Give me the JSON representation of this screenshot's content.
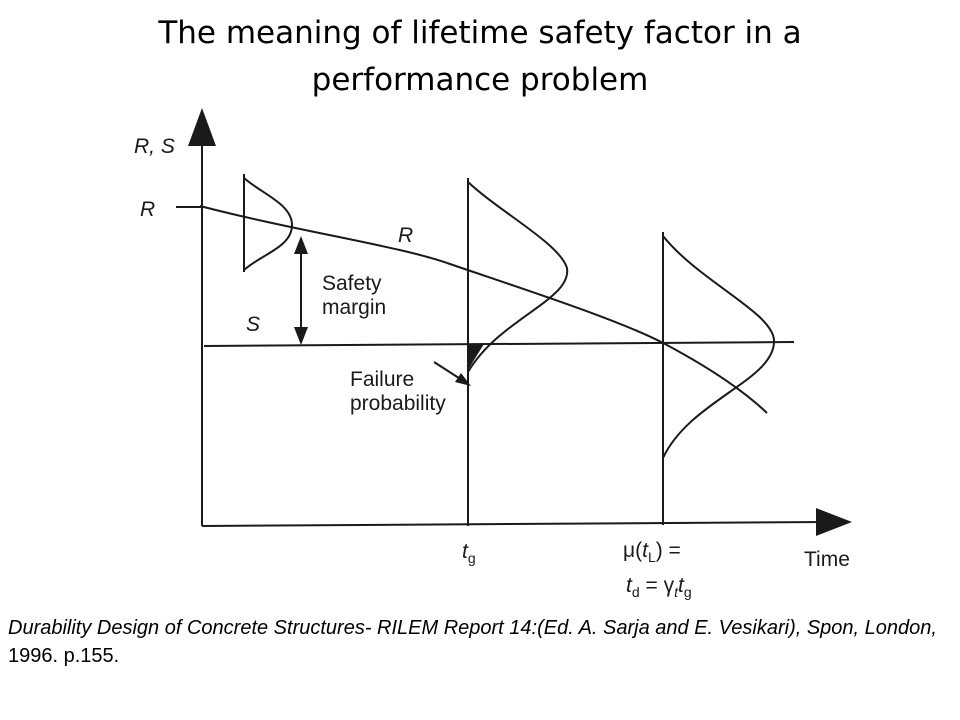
{
  "title": {
    "line1": "The meaning of lifetime safety factor in a",
    "line2": "performance problem"
  },
  "diagram": {
    "y_axis_label": "R, S",
    "r_tick_label": "R",
    "r_curve_label": "R",
    "s_label": "S",
    "safety_margin_line1": "Safety",
    "safety_margin_line2": "margin",
    "failure_line1": "Failure",
    "failure_line2": "probability",
    "x_axis_label": "Time",
    "tg_t": "t",
    "tg_sub": "g",
    "mu_prefix": "μ(",
    "mu_t": "t",
    "mu_sub": "L",
    "mu_suffix": ") =",
    "td_t": "t",
    "td_sub": "d",
    "td_eq": " = ",
    "gamma": "γ",
    "gamma_sub": "t",
    "tg2_t": "t",
    "tg2_sub": "g"
  },
  "citation": {
    "italic_part": "Durability Design of Concrete Structures- RILEM Report 14:(Ed. A. Sarja and E. Vesikari), Spon, London,",
    "normal_part": " 1996. p.155."
  }
}
